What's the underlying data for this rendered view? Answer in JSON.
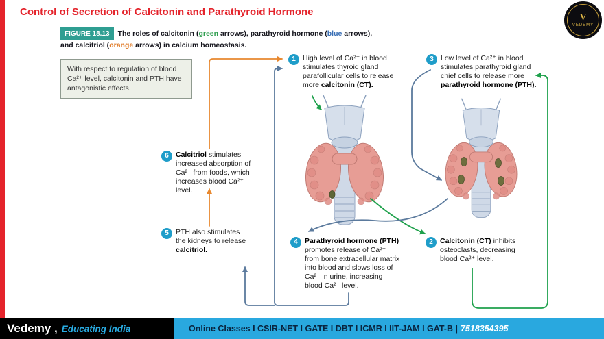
{
  "slide": {
    "title": "Control of Secretion of Calcitonin and Parathyroid Hormone"
  },
  "logo": {
    "initial": "V",
    "brand": "VEDEMY"
  },
  "figure": {
    "badge": "FIGURE 18.13",
    "caption_parts": [
      {
        "t": "The roles of calcitonin ("
      },
      {
        "t": "green",
        "c": "#2e9e4f"
      },
      {
        "t": " arrows), parathyroid hormone ("
      },
      {
        "t": "blue",
        "c": "#3a6fb5"
      },
      {
        "t": " arrows),"
      },
      {
        "br": true
      },
      {
        "t": "and calcitriol ("
      },
      {
        "t": "orange",
        "c": "#e07b28"
      },
      {
        "t": " arrows) in calcium homeostasis."
      }
    ],
    "note": "With respect to regulation of blood Ca²⁺ level, calcitonin and PTH have antagonistic effects."
  },
  "steps": [
    {
      "n": 1,
      "parts": [
        {
          "t": "High level of Ca²⁺ in blood stimulates thyroid gland parafollicular cells to release more "
        },
        {
          "t": "calcitonin (CT).",
          "b": true
        }
      ]
    },
    {
      "n": 2,
      "parts": [
        {
          "t": "Calcitonin (CT)",
          "b": true
        },
        {
          "t": " inhibits osteoclasts, decreasing blood Ca²⁺ level."
        }
      ]
    },
    {
      "n": 3,
      "parts": [
        {
          "t": "Low level of Ca²⁺ in blood stimulates parathyroid gland chief cells to release more "
        },
        {
          "t": "parathyroid hormone (PTH).",
          "b": true
        }
      ]
    },
    {
      "n": 4,
      "parts": [
        {
          "t": "Parathyroid hormone (PTH)",
          "b": true
        },
        {
          "t": " promotes release of Ca²⁺ from bone extracellular matrix into blood and slows loss of Ca²⁺ in urine, increasing blood Ca²⁺ level."
        }
      ]
    },
    {
      "n": 5,
      "parts": [
        {
          "t": "PTH also stimulates the kidneys to release "
        },
        {
          "t": "calcitriol.",
          "b": true
        }
      ]
    },
    {
      "n": 6,
      "parts": [
        {
          "t": "Calcitriol",
          "b": true
        },
        {
          "t": " stimulates increased absorption of Ca²⁺ from foods, which increases blood Ca²⁺ level."
        }
      ]
    }
  ],
  "arrows": {
    "calcitonin": "#1fa14c",
    "pth": "#5b7a9d",
    "calcitriol": "#e8882f"
  },
  "footer": {
    "brand": "Vedemy ,",
    "tagline": "Educating India",
    "bar_text": "Online Classes I CSIR-NET I GATE I DBT I ICMR I IIT-JAM I GAT-B |",
    "phone": "7518354395"
  }
}
